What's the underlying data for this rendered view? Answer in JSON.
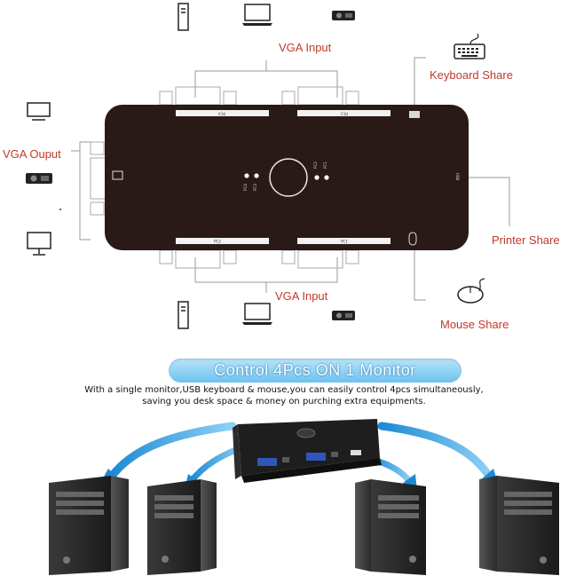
{
  "labels": {
    "vga_input_top": "VGA Input",
    "vga_input_bottom": "VGA Input",
    "vga_output": "VGA Ouput",
    "keyboard_share": "Keyboard  Share",
    "printer_share": "Printer Share",
    "mouse_share": "Mouse Share"
  },
  "device_marks": {
    "port_pc4_top": "PC4",
    "port_pc3_top": "PC3",
    "port_pc2_bottom": "PC2",
    "port_pc1_bottom": "PC1",
    "led_pc4": "PC4",
    "led_pc3": "PC3",
    "led_pc2": "PC2",
    "led_pc1": "PC1",
    "usb": "USB"
  },
  "banner": {
    "title": "Control 4Pcs ON 1 Monitor",
    "line1": "With a single monitor,USB keyboard & mouse,you can easily control 4pcs simultaneously,",
    "line2": "saving you desk space & money on purching extra equipments."
  },
  "colors": {
    "device_body": "#2a1a17",
    "label_red": "#c0392b",
    "connector_line": "#999999",
    "arrow_blue": "#3aa0e0",
    "banner_blue": "#6cc2ef"
  }
}
